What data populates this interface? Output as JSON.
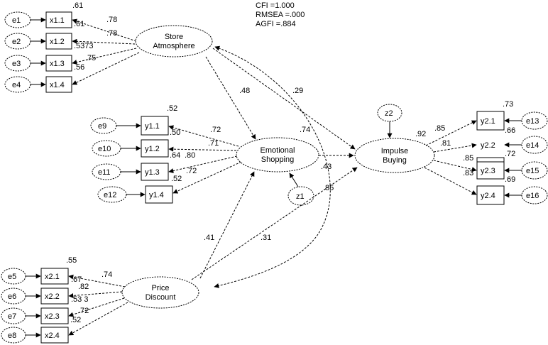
{
  "fit": {
    "cfi": "CFI =1.000",
    "rmsea": "RMSEA =.000",
    "agfi": "AGFI =.884"
  },
  "latents": {
    "store": [
      "Store",
      "Atmosphere"
    ],
    "emotional": [
      "Emotional",
      "Shopping"
    ],
    "impulse": [
      "Impulse",
      "Buying"
    ],
    "price": [
      "Price",
      "Discount"
    ]
  },
  "disturbances": {
    "z1": "z1",
    "z2": "z2"
  },
  "indicators": {
    "x1": [
      "x1.1",
      "x1.2",
      "x1.3",
      "x1.4"
    ],
    "y1": [
      "y1.1",
      "y1.2",
      "y1.3",
      "y1.4"
    ],
    "y2": [
      "y2.1",
      "y2.2",
      "y2.3",
      "y2.4"
    ],
    "x2": [
      "x2.1",
      "x2.2",
      "x2.3",
      "x2.4"
    ]
  },
  "errors": {
    "x1": [
      "e1",
      "e2",
      "e3",
      "e4"
    ],
    "y1": [
      "e9",
      "e10",
      "e11",
      "e12"
    ],
    "y2": [
      "e13",
      "e14",
      "e15",
      "e16"
    ],
    "x2": [
      "e5",
      "e6",
      "e7",
      "e8"
    ]
  },
  "coefficients": {
    "sa_es": ".48",
    "sa_ib": ".29",
    "es_ib": ".43",
    "pd_es": ".41",
    "pd_ib": ".31",
    "ib_r2": ".92",
    "es_r2": ".74",
    "cov": ".85"
  },
  "loadings": {
    "x1": [
      ".78",
      ".78",
      ".75",
      ".56"
    ],
    "x1_r2": [
      ".61",
      ".61",
      ".5373"
    ],
    "y1": [
      ".72",
      ".71",
      ".80",
      ".72"
    ],
    "y1_r2": [
      ".52",
      ".50",
      ".64",
      ".52"
    ],
    "y2": [
      ".85",
      ".81",
      ".85",
      ".83"
    ],
    "y2_r2": [
      ".73",
      ".66",
      ".72",
      ".69"
    ],
    "x2": [
      ".74",
      ".82",
      ".72",
      ".52"
    ],
    "x2_r2": [
      ".55",
      ".67",
      ".53 3"
    ]
  }
}
